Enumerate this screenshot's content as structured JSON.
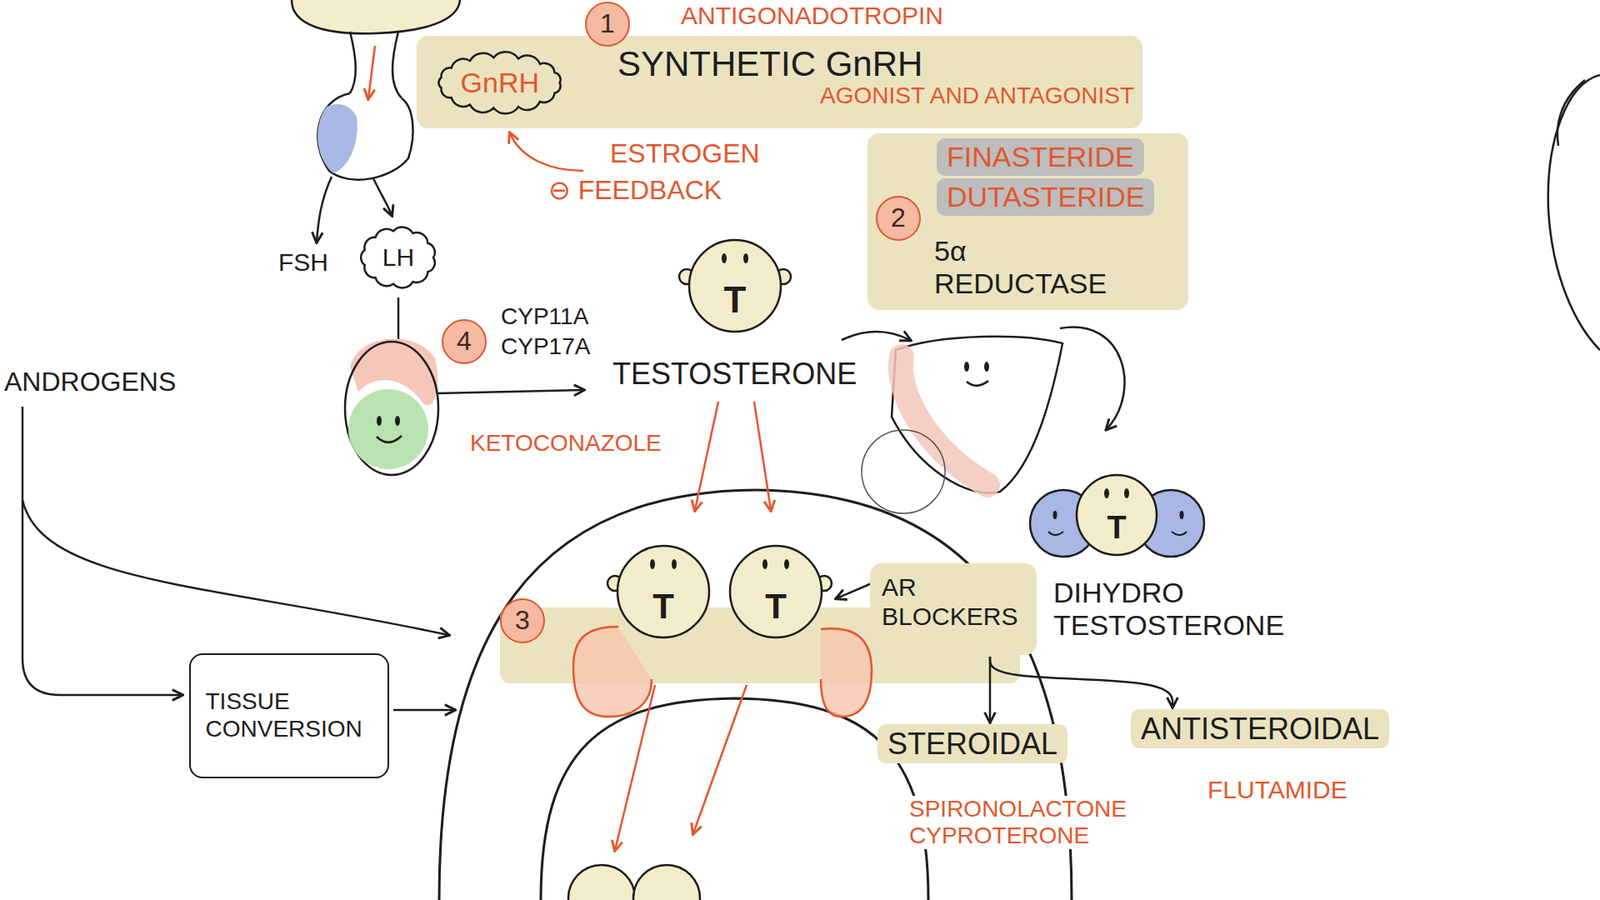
{
  "diagram": {
    "nodes": [
      {
        "text": [
          "SYNTHETIC GnRH",
          "AGONIST AND ANTAGONIST"
        ]
      },
      {
        "text": [
          "GnRH"
        ],
        "in": 0
      },
      {
        "text": [
          "FINASTERIDE",
          "DUTASTERIDE",
          "5α REDUCTASE"
        ]
      },
      {
        "text": [
          "LH"
        ]
      },
      {
        "text": [
          "AR BLOCKERS"
        ]
      },
      {
        "text": [
          "TISSUE CONVERSION"
        ]
      },
      {
        "text": [
          "STEROIDAL",
          "SPIRONOLACTONE CYPROTERONE"
        ]
      },
      {
        "text": [
          "ANTISTEROIDAL",
          "FLUTAMIDE"
        ]
      }
    ],
    "edges": [
      {
        "from": 4,
        "to": 6,
        "arrow": "to"
      },
      {
        "from": 4,
        "to": 7,
        "arrow": "to"
      }
    ],
    "labels": [
      "1",
      "ANTIGONADOTROPIN",
      "ESTROGEN",
      "⊖ FEEDBACK",
      "FSH",
      "T",
      "2",
      "4",
      "CYP11A",
      "CYP17A",
      "TESTOSTERONE",
      "KETOCONAZOLE",
      "T",
      "DIHYDRO TESTOSTERONE",
      "ANDROGENS",
      "3",
      "T",
      "T"
    ]
  }
}
